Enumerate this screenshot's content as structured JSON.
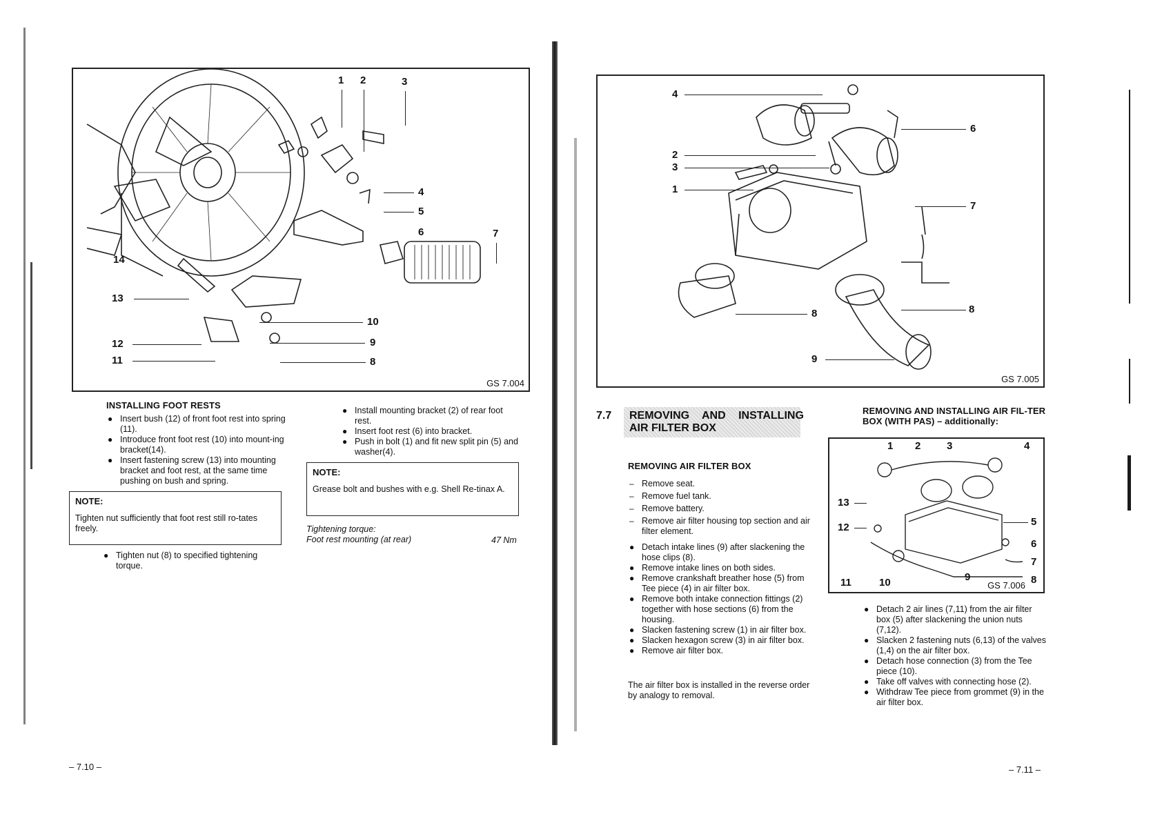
{
  "left_page": {
    "figure": {
      "code": "GS 7.004",
      "callouts": [
        "1",
        "2",
        "3",
        "4",
        "5",
        "6",
        "7",
        "8",
        "9",
        "10",
        "11",
        "12",
        "13",
        "14"
      ]
    },
    "heading": "INSTALLING FOOT RESTS",
    "steps": [
      "Insert bush (12) of front foot rest into spring (11).",
      "Introduce front foot rest (10) into mount-ing bracket(14).",
      "Insert fastening screw (13) into mounting bracket and foot rest, at the same time pushing on bush and spring."
    ],
    "note1": {
      "title": "NOTE:",
      "text": "Tighten nut sufficiently that foot rest still ro-tates freely."
    },
    "step_after_note": "Tighten nut (8) to specified tightening torque.",
    "steps_col2": [
      "Install mounting bracket (2) of rear foot rest.",
      "Insert foot rest (6) into bracket.",
      "Push in bolt (1) and fit new split pin (5) and washer(4)."
    ],
    "note2": {
      "title": "NOTE:",
      "text": "Grease bolt and bushes with e.g. Shell Re-tinax A."
    },
    "torque": {
      "label": "Tightening torque:",
      "item": "Foot rest mounting (at rear)",
      "value": "47 Nm"
    },
    "page_number": "– 7.10 –"
  },
  "right_page": {
    "figure": {
      "code": "GS 7.005",
      "callouts": [
        "1",
        "2",
        "3",
        "4",
        "6",
        "7",
        "8",
        "8",
        "9"
      ]
    },
    "section": {
      "number": "7.7",
      "title_line1": "REMOVING AND INSTALLING",
      "title_line2": "AIR FILTER BOX"
    },
    "remove_heading": "REMOVING AIR FILTER BOX",
    "dash_steps": [
      "Remove seat.",
      "Remove fuel tank.",
      "Remove battery.",
      "Remove air filter housing top section and air filter element."
    ],
    "dot_steps": [
      "Detach intake lines (9) after slackening the hose clips (8).",
      "Remove intake lines on both sides.",
      "Remove crankshaft breather hose (5) from Tee piece (4) in air filter box.",
      "Remove both intake connection fittings (2) together with hose sections (6) from the housing.",
      "Slacken fastening screw (1) in air filter box.",
      "Slacken hexagon screw (3) in air filter box.",
      "Remove air filter box."
    ],
    "closing_text": "The air filter box is installed in the reverse order by analogy to removal.",
    "pas_heading": "REMOVING AND INSTALLING AIR FIL-TER BOX (WITH PAS) – additionally:",
    "small_figure": {
      "code": "GS 7.006",
      "callouts": [
        "1",
        "2",
        "3",
        "4",
        "5",
        "6",
        "7",
        "8",
        "9",
        "10",
        "11",
        "12",
        "13"
      ]
    },
    "pas_steps": [
      "Detach 2 air lines (7,11) from the air filter box (5) after slackening the union nuts (7,12).",
      "Slacken 2 fastening nuts (6,13) of the valves (1,4) on the air filter box.",
      "Detach hose connection (3) from the Tee piece (10).",
      "Take off valves with connecting hose (2).",
      "Withdraw Tee piece from grommet (9) in the air filter box."
    ],
    "page_number": "– 7.11 –"
  }
}
